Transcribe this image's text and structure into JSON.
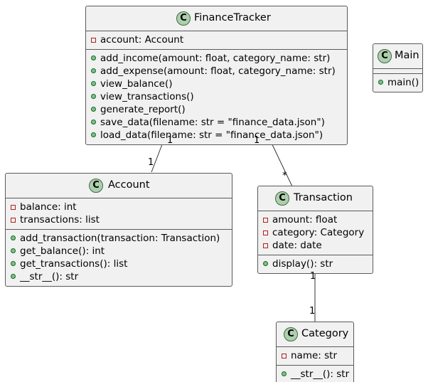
{
  "classes": {
    "finance_tracker": {
      "name": "FinanceTracker",
      "badge": "C",
      "attributes": [
        {
          "visibility": "private",
          "text": "account: Account"
        }
      ],
      "methods": [
        {
          "visibility": "public",
          "text": "add_income(amount: float, category_name: str)"
        },
        {
          "visibility": "public",
          "text": "add_expense(amount: float, category_name: str)"
        },
        {
          "visibility": "public",
          "text": "view_balance()"
        },
        {
          "visibility": "public",
          "text": "view_transactions()"
        },
        {
          "visibility": "public",
          "text": "generate_report()"
        },
        {
          "visibility": "public",
          "text": "save_data(filename: str = \"finance_data.json\")"
        },
        {
          "visibility": "public",
          "text": "load_data(filename: str = \"finance_data.json\")"
        }
      ]
    },
    "main": {
      "name": "Main",
      "badge": "C",
      "attributes": [],
      "methods": [
        {
          "visibility": "public",
          "text": "main()"
        }
      ]
    },
    "account": {
      "name": "Account",
      "badge": "C",
      "attributes": [
        {
          "visibility": "private",
          "text": "balance: int"
        },
        {
          "visibility": "private",
          "text": "transactions: list"
        }
      ],
      "methods": [
        {
          "visibility": "public",
          "text": "add_transaction(transaction: Transaction)"
        },
        {
          "visibility": "public",
          "text": "get_balance(): int"
        },
        {
          "visibility": "public",
          "text": "get_transactions(): list"
        },
        {
          "visibility": "public",
          "text": "__str__(): str"
        }
      ]
    },
    "transaction": {
      "name": "Transaction",
      "badge": "C",
      "attributes": [
        {
          "visibility": "private",
          "text": "amount: float"
        },
        {
          "visibility": "private",
          "text": "category: Category"
        },
        {
          "visibility": "private",
          "text": "date: date"
        }
      ],
      "methods": [
        {
          "visibility": "public",
          "text": "display(): str"
        }
      ]
    },
    "category": {
      "name": "Category",
      "badge": "C",
      "attributes": [
        {
          "visibility": "private",
          "text": "name: str"
        }
      ],
      "methods": [
        {
          "visibility": "public",
          "text": "__str__(): str"
        }
      ]
    }
  },
  "relations": [
    {
      "from": "finance_tracker",
      "to": "account",
      "kind": "composition",
      "from_mult": "1",
      "to_mult": "1"
    },
    {
      "from": "finance_tracker",
      "to": "transaction",
      "kind": "aggregation",
      "from_mult": "1",
      "to_mult": "*"
    },
    {
      "from": "transaction",
      "to": "category",
      "kind": "association",
      "from_mult": "1",
      "to_mult": "1"
    }
  ],
  "colors": {
    "class_fill": "#f1f1f1",
    "class_border": "#5a5a5a",
    "badge_fill": "#adcfae",
    "private_marker": "#b0201f",
    "public_marker": "#84be84",
    "line": "#333333"
  }
}
